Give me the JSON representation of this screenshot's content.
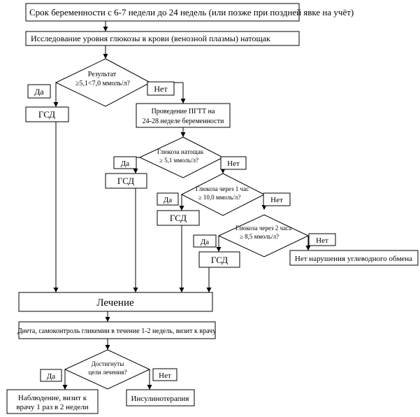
{
  "nodes": {
    "term": "Срок беременности с 6-7 недели до 24 недель (или позже при поздней явке на учёт)",
    "fasting_test": "Исследование уровня глюкозы в крови (венозной плазмы) натощак",
    "d1_line1": "Результат",
    "d1_line2": "≥5,1<7,0 ммоль/л?",
    "yes1": "Да",
    "no1": "Нет",
    "gsd1": "ГСД",
    "pgtt_line1": "Проведение ПГТТ на",
    "pgtt_line2": "24-28 неделе беременности",
    "d2_line1": "Глюкоза натощак",
    "d2_line2": "≥ 5,1 ммоль/л?",
    "yes2": "Да",
    "no2": "Нет",
    "gsd2": "ГСД",
    "d3_line1": "Глюкоза через 1 час",
    "d3_line2": "≥ 10,0 ммоль/л?",
    "yes3": "Да",
    "no3": "Нет",
    "gsd3": "ГСД",
    "d4_line1": "Глюкоза через 2 часа",
    "d4_line2": "≥ 8,5 ммоль/л?",
    "yes4": "Да",
    "no4": "Нет",
    "gsd4": "ГСД",
    "no_disorder": "Нет нарушения углеводного обмена",
    "treatment": "Лечение",
    "diet": "Диета, самоконтроль гликемии в течение 1-2 недель, визит к врачу",
    "d5_line1": "Достигнуты",
    "d5_line2": "цели лечения?",
    "yes5": "Да",
    "no5": "Нет",
    "observation_line1": "Наблюдение, визит к",
    "observation_line2": "врачу 1 раз в 2 недели",
    "insulin": "Инсулинотерапия"
  }
}
